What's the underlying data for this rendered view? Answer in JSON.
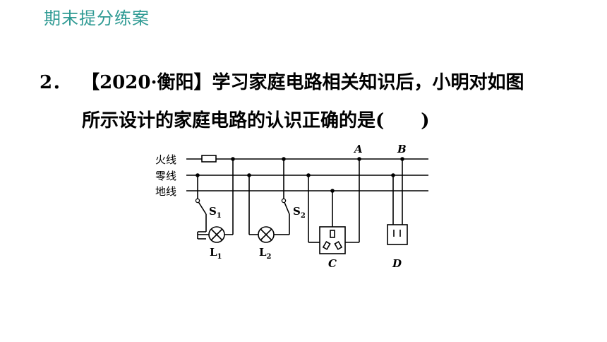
{
  "header": {
    "title": "期末提分练案"
  },
  "question": {
    "number": "2．",
    "line1": "【2020·衡阳】学习家庭电路相关知识后，小明对如图",
    "line2": "所示设计的家庭电路的认识正确的是(　　)"
  },
  "diagram": {
    "wires": {
      "live": "火线",
      "neutral": "零线",
      "ground": "地线"
    },
    "labels": {
      "A": "A",
      "B": "B",
      "C": "C",
      "D": "D",
      "S1": "S",
      "S1_sub": "1",
      "S2": "S",
      "S2_sub": "2",
      "L1": "L",
      "L1_sub": "1",
      "L2": "L",
      "L2_sub": "2"
    }
  }
}
